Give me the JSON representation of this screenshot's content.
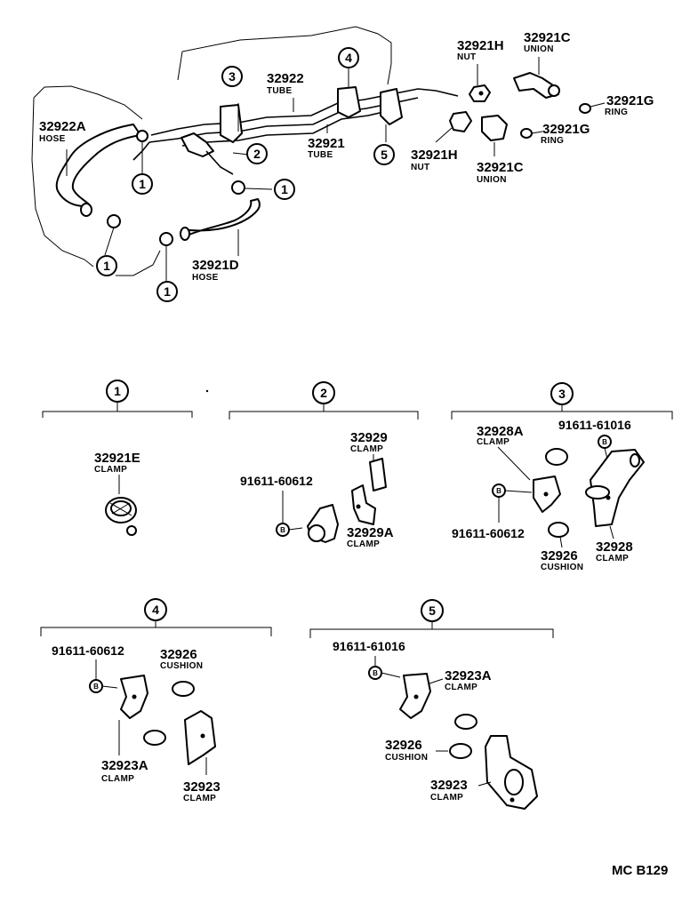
{
  "diagram_code": "MC B129",
  "callout_numbers": [
    "1",
    "2",
    "3",
    "4",
    "5"
  ],
  "overview": {
    "labels": [
      {
        "part": "32922A",
        "name": "HOSE"
      },
      {
        "part": "32922",
        "name": "TUBE"
      },
      {
        "part": "32921",
        "name": "TUBE"
      },
      {
        "part": "32921D",
        "name": "HOSE"
      },
      {
        "part": "32921H",
        "name": "NUT"
      },
      {
        "part": "32921C",
        "name": "UNION"
      },
      {
        "part": "32921G",
        "name": "RING"
      },
      {
        "part": "32921G",
        "name": "RING"
      },
      {
        "part": "32921H",
        "name": "NUT"
      },
      {
        "part": "32921C",
        "name": "UNION"
      }
    ]
  },
  "detail_1": {
    "labels": [
      {
        "part": "32921E",
        "name": "CLAMP"
      }
    ]
  },
  "detail_2": {
    "labels": [
      {
        "part": "32929",
        "name": "CLAMP"
      },
      {
        "part": "91611-60612",
        "name": ""
      },
      {
        "part": "32929A",
        "name": "CLAMP"
      }
    ]
  },
  "detail_3": {
    "labels": [
      {
        "part": "32928A",
        "name": "CLAMP"
      },
      {
        "part": "91611-61016",
        "name": ""
      },
      {
        "part": "91611-60612",
        "name": ""
      },
      {
        "part": "32926",
        "name": "CUSHION"
      },
      {
        "part": "32928",
        "name": "CLAMP"
      }
    ]
  },
  "detail_4": {
    "labels": [
      {
        "part": "91611-60612",
        "name": ""
      },
      {
        "part": "32926",
        "name": "CUSHION"
      },
      {
        "part": "32923A",
        "name": "CLAMP"
      },
      {
        "part": "32923",
        "name": "CLAMP"
      }
    ]
  },
  "detail_5": {
    "labels": [
      {
        "part": "91611-61016",
        "name": ""
      },
      {
        "part": "32923A",
        "name": "CLAMP"
      },
      {
        "part": "32926",
        "name": "CUSHION"
      },
      {
        "part": "32923",
        "name": "CLAMP"
      }
    ]
  },
  "bolt_mark": "B"
}
